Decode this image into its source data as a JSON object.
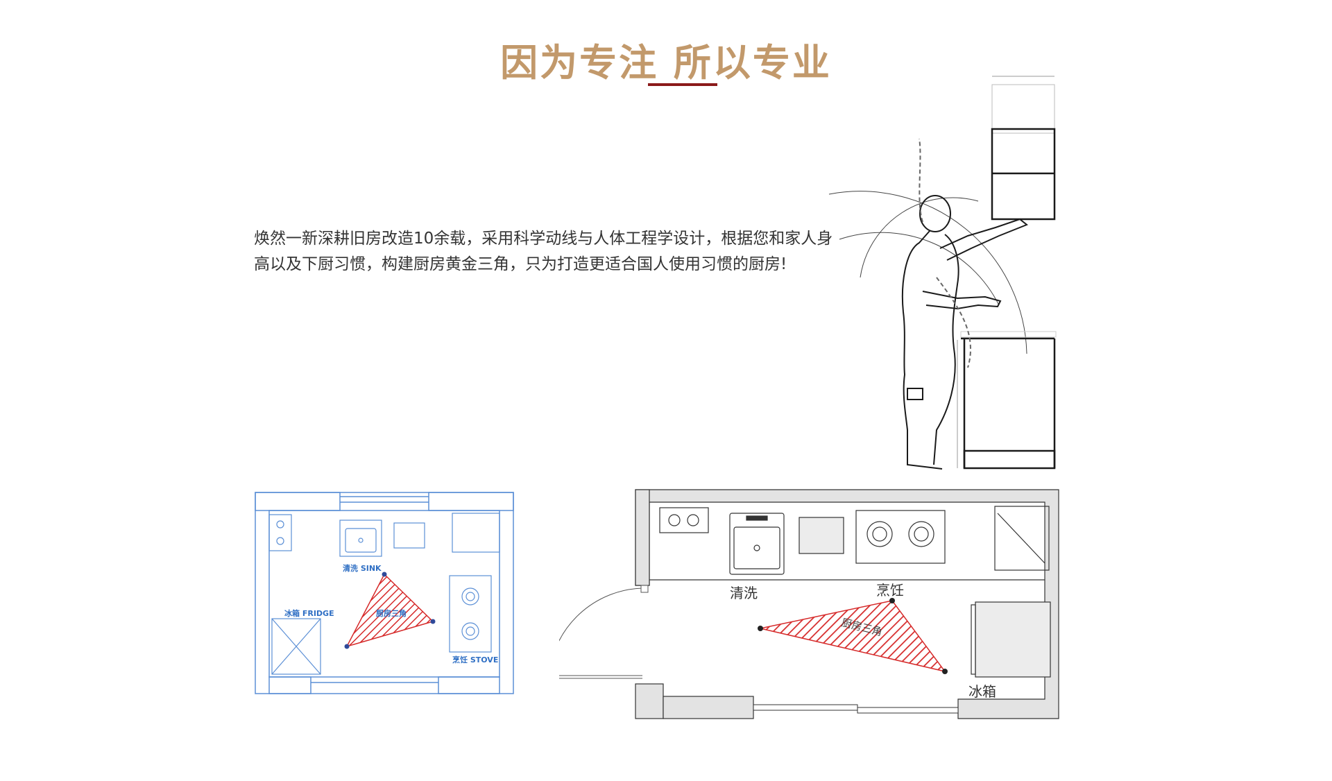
{
  "header": {
    "title": "因为专注 所以专业"
  },
  "intro": {
    "text": "焕然一新深耕旧房改造10余载，采用科学动线与人体工程学设计，根据您和家人身高以及下厨习惯，构建厨房黄金三角，只为打造更适合国人使用习惯的厨房!"
  },
  "blue_plan": {
    "sink_label": "清洗 SINK",
    "triangle_label": "厨房三角",
    "fridge_label": "冰箱 FRIDGE",
    "stove_label": "烹饪 STOVE"
  },
  "gray_plan": {
    "sink_label": "清洗",
    "stove_label": "烹饪",
    "triangle_label": "厨房三角",
    "fridge_label": "冰箱"
  },
  "colors": {
    "title": "#c2996b",
    "underline": "#8b1a1a",
    "blue_line": "#5b8fd6",
    "blue_text": "#2f6fc4",
    "triangle_red": "#d62a2a",
    "gray_wall": "#e3e3e3",
    "cabinet_dark": "#1a1a1a"
  }
}
